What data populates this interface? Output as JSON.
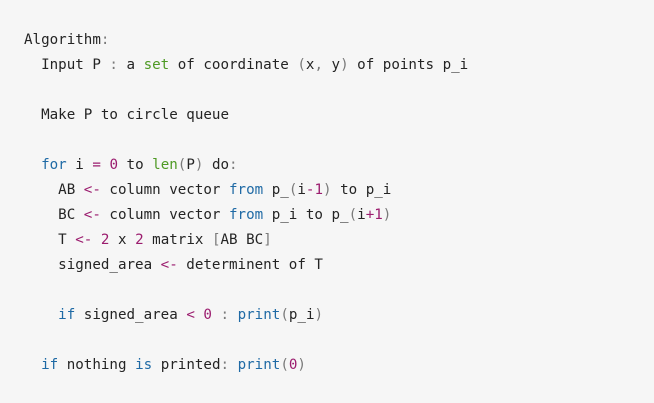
{
  "code_block": {
    "lines": [
      [
        {
          "t": "Algorithm",
          "c": ""
        },
        {
          "t": ":",
          "c": "pu"
        }
      ],
      [
        {
          "t": "  Input P ",
          "c": ""
        },
        {
          "t": ":",
          "c": "pu"
        },
        {
          "t": " a ",
          "c": ""
        },
        {
          "t": "set",
          "c": "gr"
        },
        {
          "t": " of coordinate ",
          "c": ""
        },
        {
          "t": "(",
          "c": "pu"
        },
        {
          "t": "x",
          "c": ""
        },
        {
          "t": ",",
          "c": "pu"
        },
        {
          "t": " y",
          "c": ""
        },
        {
          "t": ")",
          "c": "pu"
        },
        {
          "t": " of points p_i",
          "c": ""
        }
      ],
      [],
      [
        {
          "t": "  Make P to circle queue",
          "c": ""
        }
      ],
      [],
      [
        {
          "t": "  ",
          "c": ""
        },
        {
          "t": "for",
          "c": "kw"
        },
        {
          "t": " i ",
          "c": ""
        },
        {
          "t": "=",
          "c": "op"
        },
        {
          "t": " ",
          "c": ""
        },
        {
          "t": "0",
          "c": "num"
        },
        {
          "t": " to ",
          "c": ""
        },
        {
          "t": "len",
          "c": "gr"
        },
        {
          "t": "(",
          "c": "pu"
        },
        {
          "t": "P",
          "c": ""
        },
        {
          "t": ")",
          "c": "pu"
        },
        {
          "t": " do",
          "c": ""
        },
        {
          "t": ":",
          "c": "pu"
        }
      ],
      [
        {
          "t": "    AB ",
          "c": ""
        },
        {
          "t": "<-",
          "c": "op"
        },
        {
          "t": " column vector ",
          "c": ""
        },
        {
          "t": "from",
          "c": "kw"
        },
        {
          "t": " p_",
          "c": ""
        },
        {
          "t": "(",
          "c": "pu"
        },
        {
          "t": "i",
          "c": ""
        },
        {
          "t": "-",
          "c": "op"
        },
        {
          "t": "1",
          "c": "num"
        },
        {
          "t": ")",
          "c": "pu"
        },
        {
          "t": " to p_i",
          "c": ""
        }
      ],
      [
        {
          "t": "    BC ",
          "c": ""
        },
        {
          "t": "<-",
          "c": "op"
        },
        {
          "t": " column vector ",
          "c": ""
        },
        {
          "t": "from",
          "c": "kw"
        },
        {
          "t": " p_i to p_",
          "c": ""
        },
        {
          "t": "(",
          "c": "pu"
        },
        {
          "t": "i",
          "c": ""
        },
        {
          "t": "+",
          "c": "op"
        },
        {
          "t": "1",
          "c": "num"
        },
        {
          "t": ")",
          "c": "pu"
        }
      ],
      [
        {
          "t": "    T ",
          "c": ""
        },
        {
          "t": "<-",
          "c": "op"
        },
        {
          "t": " ",
          "c": ""
        },
        {
          "t": "2",
          "c": "num"
        },
        {
          "t": " x ",
          "c": ""
        },
        {
          "t": "2",
          "c": "num"
        },
        {
          "t": " matrix ",
          "c": ""
        },
        {
          "t": "[",
          "c": "pu"
        },
        {
          "t": "AB BC",
          "c": ""
        },
        {
          "t": "]",
          "c": "pu"
        }
      ],
      [
        {
          "t": "    signed_area ",
          "c": ""
        },
        {
          "t": "<-",
          "c": "op"
        },
        {
          "t": " determinent of T",
          "c": ""
        }
      ],
      [],
      [
        {
          "t": "    ",
          "c": ""
        },
        {
          "t": "if",
          "c": "kw"
        },
        {
          "t": " signed_area ",
          "c": ""
        },
        {
          "t": "<",
          "c": "op"
        },
        {
          "t": " ",
          "c": ""
        },
        {
          "t": "0",
          "c": "num"
        },
        {
          "t": " ",
          "c": ""
        },
        {
          "t": ":",
          "c": "pu"
        },
        {
          "t": " ",
          "c": ""
        },
        {
          "t": "print",
          "c": "fn"
        },
        {
          "t": "(",
          "c": "pu"
        },
        {
          "t": "p_i",
          "c": ""
        },
        {
          "t": ")",
          "c": "pu"
        }
      ],
      [],
      [
        {
          "t": "  ",
          "c": ""
        },
        {
          "t": "if",
          "c": "kw"
        },
        {
          "t": " nothing ",
          "c": ""
        },
        {
          "t": "is",
          "c": "kw"
        },
        {
          "t": " printed",
          "c": ""
        },
        {
          "t": ":",
          "c": "pu"
        },
        {
          "t": " ",
          "c": ""
        },
        {
          "t": "print",
          "c": "fn"
        },
        {
          "t": "(",
          "c": "pu"
        },
        {
          "t": "0",
          "c": "num"
        },
        {
          "t": ")",
          "c": "pu"
        }
      ]
    ]
  },
  "colors": {
    "background": "#f6f6f6",
    "text": "#242424",
    "keyword": "#1f6aa5",
    "builtin": "#4e9a24",
    "number": "#9b1c6e",
    "punctuation": "#7a7a7a"
  }
}
